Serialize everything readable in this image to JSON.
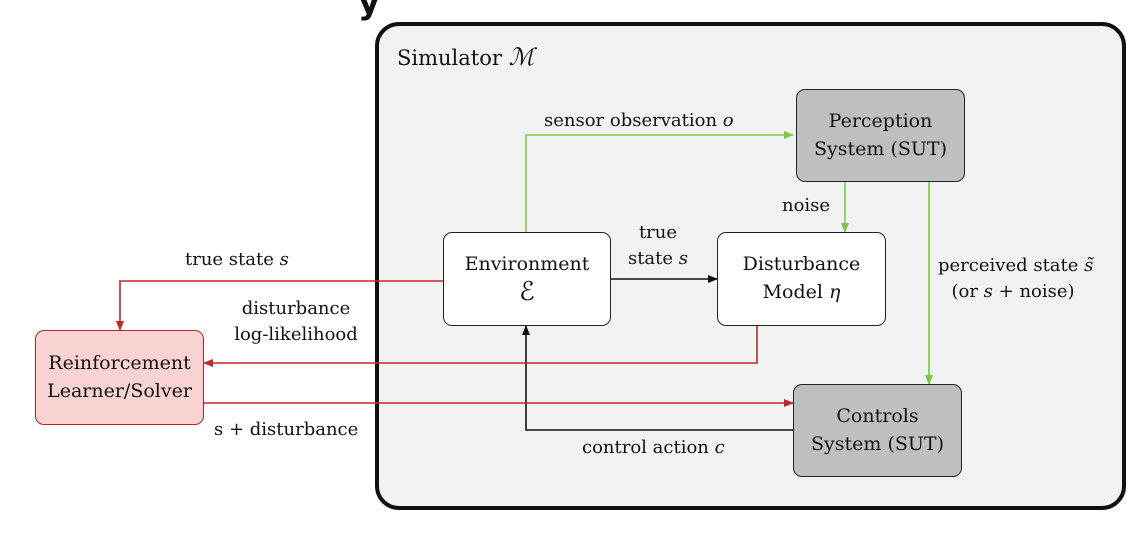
{
  "simulator": {
    "title": "Simulator",
    "symbol": "ℳ"
  },
  "boxes": {
    "perception": {
      "line1": "Perception",
      "line2": "System (SUT)"
    },
    "environment": {
      "line1": "Environment",
      "symbol": "ℰ"
    },
    "disturbance": {
      "line1": "Disturbance",
      "line2": "Model",
      "symbol": "η"
    },
    "controls": {
      "line1": "Controls",
      "line2": "System (SUT)"
    },
    "learner": {
      "line1": "Reinforcement",
      "line2": "Learner/Solver"
    }
  },
  "labels": {
    "sensor_observation": "sensor observation",
    "sensor_observation_sym": "o",
    "noise": "noise",
    "true_state_line1": "true",
    "true_state_line2": "state",
    "true_state_sym": "s",
    "left_true_state": "true state",
    "left_true_state_sym": "s",
    "disturbance_line1": "disturbance",
    "disturbance_line2": "log-likelihood",
    "perceived_state": "perceived state",
    "perceived_state_sym": "s̃",
    "perceived_state_line2_a": "(or",
    "perceived_state_line2_sym": "s",
    "perceived_state_line2_b": "+ noise)",
    "s_plus_disturbance": "s + disturbance",
    "control_action": "control action",
    "control_action_sym": "c"
  },
  "colors": {
    "green": "#7ac943",
    "red": "#c1272d",
    "black": "#111111",
    "frame": "#111111",
    "frame_fill": "#f2f2f2"
  }
}
